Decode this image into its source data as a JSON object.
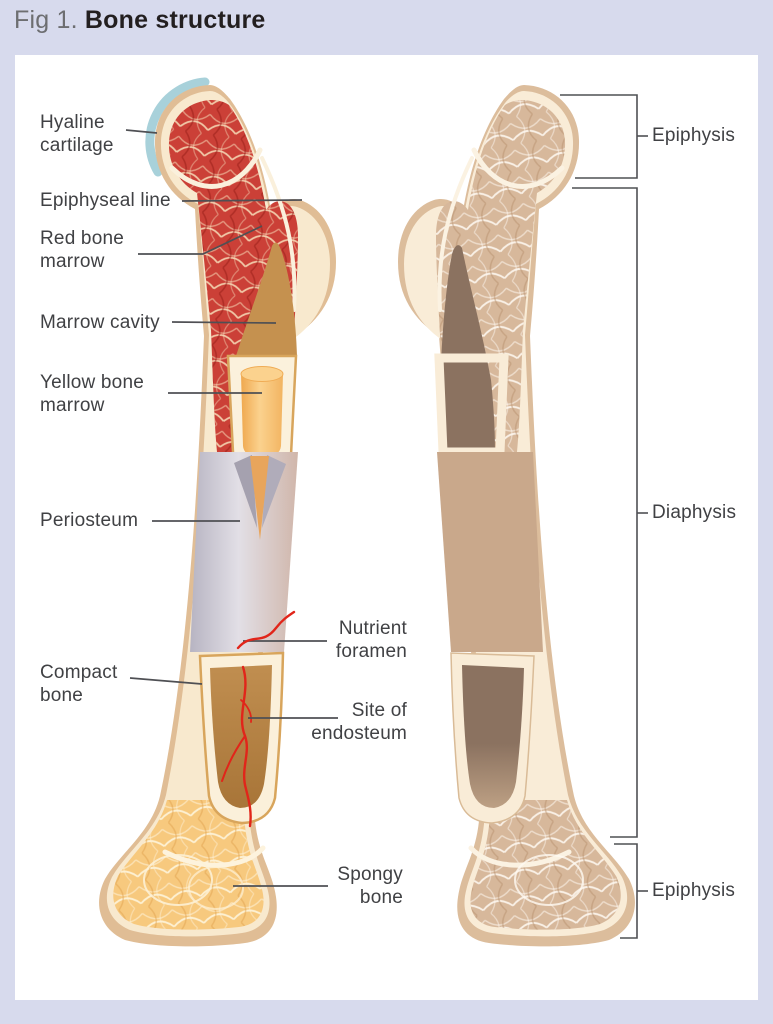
{
  "figure": {
    "label": "Fig 1.",
    "title": "Bone structure"
  },
  "labels": {
    "hyaline_cartilage": "Hyaline cartilage",
    "epiphyseal_line": "Epiphyseal line",
    "red_bone_marrow": "Red bone marrow",
    "marrow_cavity": "Marrow cavity",
    "yellow_bone_marrow": "Yellow bone marrow",
    "periosteum": "Periosteum",
    "compact_bone": "Compact bone",
    "nutrient_foramen": "Nutrient foramen",
    "site_of_endosteum": "Site of endosteum",
    "spongy_bone": "Spongy bone",
    "epiphysis_top": "Epiphysis",
    "diaphysis": "Diaphysis",
    "epiphysis_bottom": "Epiphysis"
  },
  "colors": {
    "background": "#d7daed",
    "panel": "#ffffff",
    "red_bone_marrow": "#cb4037",
    "yellow_bone_marrow": "#f5bc6a",
    "hyaline_cartilage": "#a8d1da",
    "marrow_cavity": "#c5914f",
    "periosteum": "#c9c6d1",
    "compact_bone_cream": "#f8e9ce",
    "bone_outline_tan": "#e0bd95",
    "spongy_bone": "#f7c97e",
    "right_bone_tan": "#d7b89b",
    "dark_marrow": "#8b7260",
    "nutrient_artery": "#e1251a",
    "pointer_line": "#4f5054",
    "label_text": "#404144"
  }
}
